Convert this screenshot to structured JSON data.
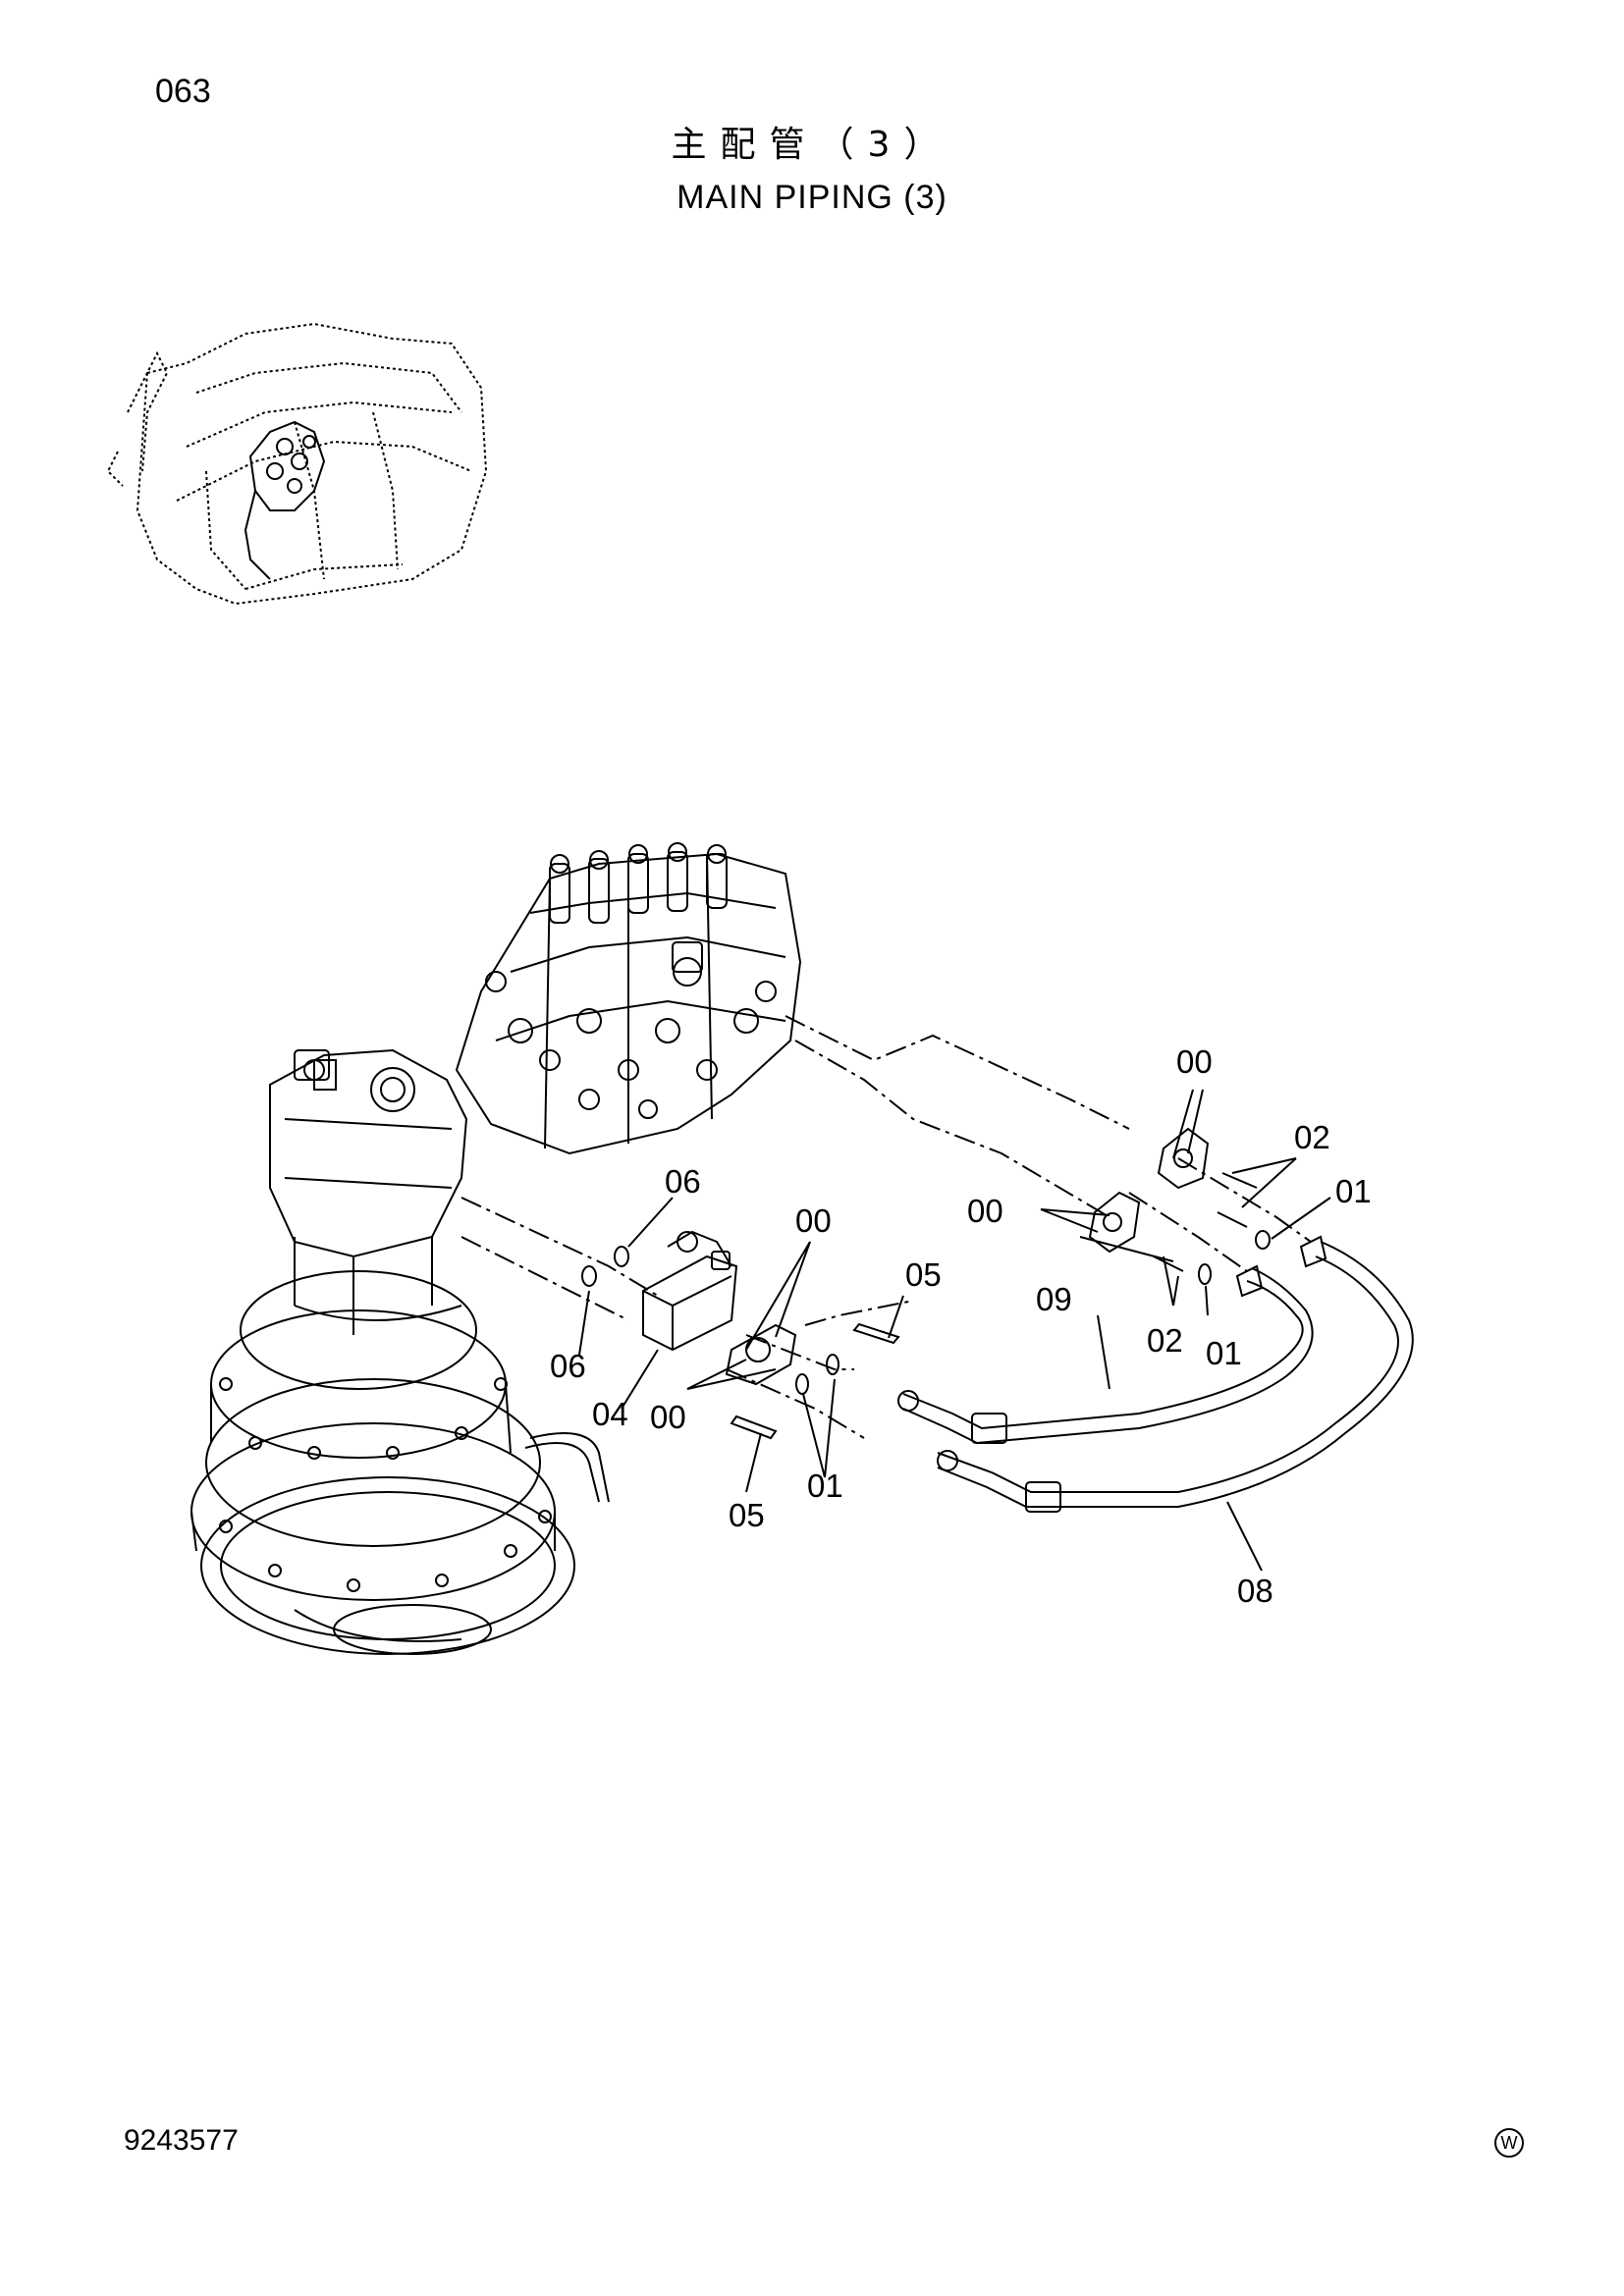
{
  "header": {
    "page_number": "063",
    "title_cn": "主配管（3）",
    "title_en": "MAIN PIPING (3)"
  },
  "footer": {
    "drawing_number": "9243577",
    "mark": "W"
  },
  "callouts": {
    "c00_top": "00",
    "c02_top": "02",
    "c01_top": "01",
    "c00_mid": "00",
    "c09": "09",
    "c02_mid": "02",
    "c01_mid": "01",
    "c06_top": "06",
    "c00_left": "00",
    "c05_top": "05",
    "c06_left": "06",
    "c04": "04",
    "c00_low": "00",
    "c01_low": "01",
    "c05_low": "05",
    "c08": "08"
  }
}
